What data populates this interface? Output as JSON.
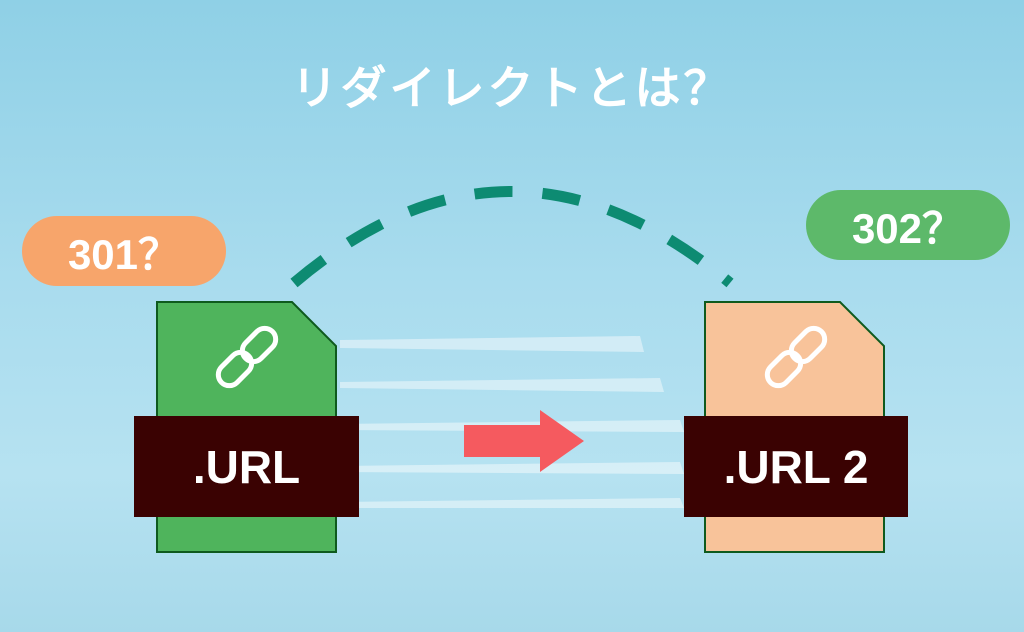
{
  "title": "リダイレクトとは？",
  "left_badge": {
    "text": "301？",
    "color": "#f7a56b"
  },
  "right_badge": {
    "text": "302？",
    "color": "#5db96a"
  },
  "left_file": {
    "label": ".URL",
    "color": "#4fb45c",
    "icon": "link-icon"
  },
  "right_file": {
    "label": ".URL 2",
    "color": "#f8c39a",
    "icon": "link-icon"
  },
  "arrow_color": "#f55a5f",
  "arc_color": "#0d8b72"
}
